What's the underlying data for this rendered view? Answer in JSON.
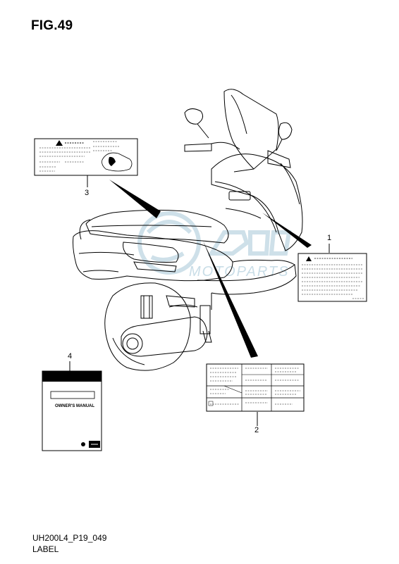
{
  "figure": {
    "title": "FIG.49"
  },
  "footer": {
    "code": "UH200L4_P19_049",
    "name": "LABEL"
  },
  "callouts": {
    "c1": "1",
    "c2": "2",
    "c3": "3",
    "c4": "4"
  },
  "manual": {
    "title": "OWNER'S MANUAL"
  },
  "watermark": {
    "brand_text": "MOTOPARTS"
  },
  "colors": {
    "line": "#000000",
    "watermark": "#c9dde7"
  }
}
